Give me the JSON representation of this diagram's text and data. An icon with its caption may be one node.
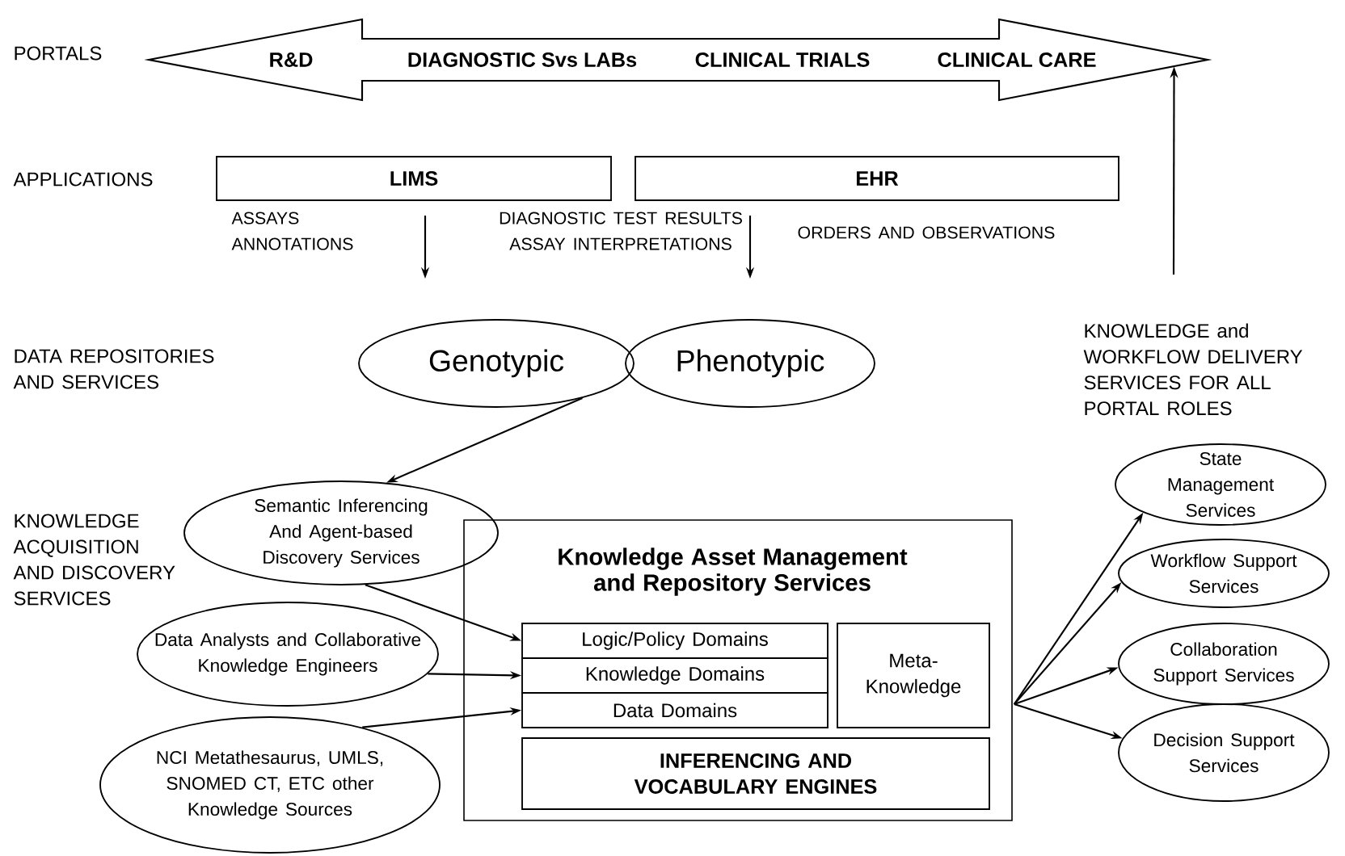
{
  "diagram": {
    "nodes": [
      {
        "text": [
          "R&D",
          "DIAGNOSTIC Svs LABs",
          "CLINICAL TRIALS",
          "CLINICAL CARE"
        ]
      },
      {
        "text": [
          "LIMS"
        ]
      },
      {
        "text": [
          "EHR"
        ]
      },
      {
        "text": [
          "Genotypic"
        ]
      },
      {
        "text": [
          "Phenotypic"
        ]
      },
      {
        "text": [
          "KNOWLEDGE and WORKFLOW DELIVERY SERVICES FOR ALL PORTAL ROLES"
        ]
      },
      {
        "text": [
          "Semantic Inferencing And Agent-based Discovery Services"
        ]
      },
      {
        "text": [
          "Data Analysts and Collaborative Knowledge Engineers"
        ]
      },
      {
        "text": [
          "NCI Metathesaurus, UMLS, SNOMED CT, ETC other Knowledge Sources"
        ]
      },
      {
        "text": [
          "Knowledge Asset Management and Repository Services"
        ]
      },
      {
        "text": [
          "Logic/Policy Domains"
        ],
        "in": 9
      },
      {
        "text": [
          "Knowledge Domains"
        ],
        "in": 9
      },
      {
        "text": [
          "Data Domains"
        ],
        "in": 9
      },
      {
        "text": [
          "Meta-Knowledge"
        ],
        "in": 9
      },
      {
        "text": [
          "INFERENCING AND VOCABULARY ENGINES"
        ],
        "in": 9
      },
      {
        "text": [
          "State Management Services"
        ]
      },
      {
        "text": [
          "Workflow Support Services"
        ]
      },
      {
        "text": [
          "Collaboration Support Services"
        ]
      },
      {
        "text": [
          "Decision Support Services"
        ]
      }
    ],
    "edges": [
      {
        "from": 1,
        "to": 3,
        "arrow": "to"
      },
      {
        "from": 2,
        "to": 4,
        "arrow": "to"
      },
      {
        "from": 3,
        "to": 6,
        "arrow": "to"
      },
      {
        "from": 6,
        "to": 10,
        "arrow": "to"
      },
      {
        "from": 7,
        "to": 11,
        "arrow": "to"
      },
      {
        "from": 8,
        "to": 12,
        "arrow": "to"
      },
      {
        "from": 5,
        "to": 0,
        "arrow": "to"
      },
      {
        "from": 9,
        "to": 15,
        "arrow": "to"
      },
      {
        "from": 9,
        "to": 16,
        "arrow": "to"
      },
      {
        "from": 9,
        "to": 17,
        "arrow": "to"
      },
      {
        "from": 9,
        "to": 18,
        "arrow": "to"
      }
    ],
    "labels": [
      "PORTALS",
      "APPLICATIONS",
      "ASSAYS ANNOTATIONS",
      "DIAGNOSTIC TEST RESULTS ASSAY INTERPRETATIONS",
      "ORDERS AND OBSERVATIONS",
      "DATA REPOSITORIES AND SERVICES",
      "KNOWLEDGE ACQUISITION AND DISCOVERY SERVICES"
    ]
  }
}
